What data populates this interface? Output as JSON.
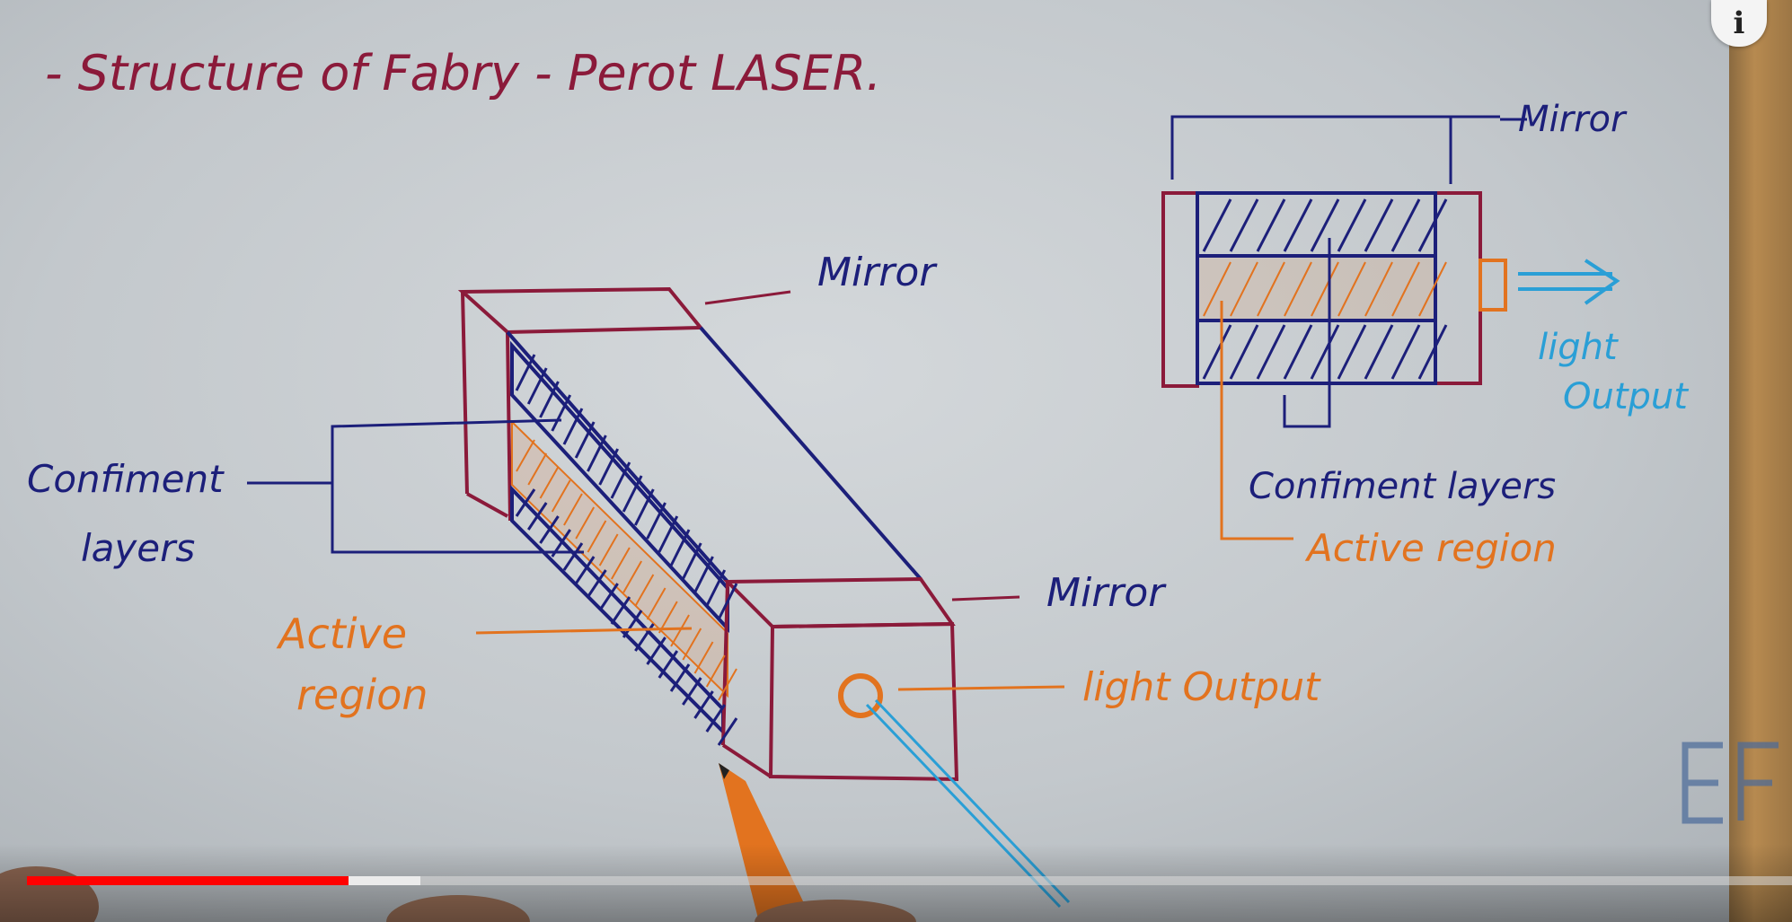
{
  "video": {
    "title_line": "- Structure of Fabry - Perot LASER.",
    "info_button": "i",
    "progress": {
      "played_fraction": 0.182,
      "buffered_fraction": 0.223
    }
  },
  "diagram_3d": {
    "mirror_top_label": "Mirror",
    "mirror_front_label": "Mirror",
    "confinement_label_line1": "Confiment",
    "confinement_label_line2": "layers",
    "active_label_line1": "Active",
    "active_label_line2": "region",
    "light_output_label": "light Output"
  },
  "diagram_2d": {
    "mirror_label": "Mirror",
    "light_output_line1": "light",
    "light_output_line2": "Output",
    "confinement_label": "Confiment layers",
    "active_label": "Active region"
  },
  "colors": {
    "maroon_ink": "#8b1a3a",
    "navy_ink": "#1c1f7a",
    "orange_ink": "#e2731f",
    "blue_ink": "#2a9fd6",
    "progress_red": "#ff0000"
  },
  "icons": {
    "info": "info-icon",
    "watermark": "ef-logo-icon"
  }
}
